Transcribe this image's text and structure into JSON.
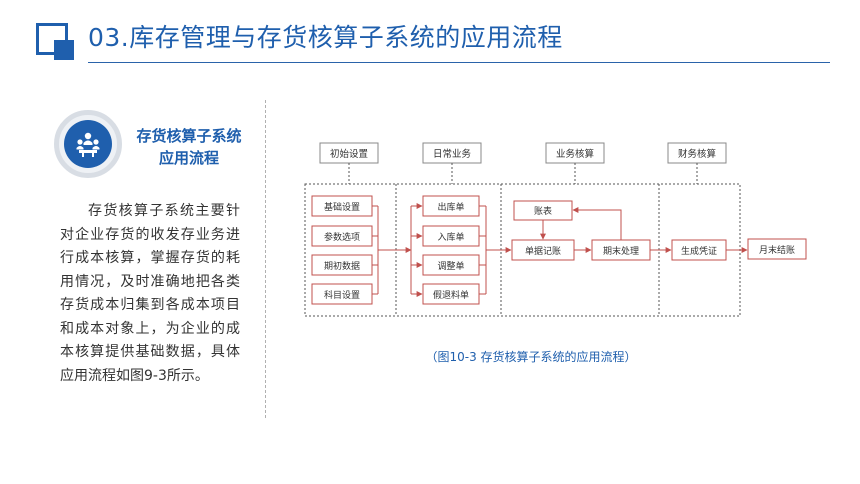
{
  "header": {
    "title": "03.库存管理与存货核算子系统的应用流程"
  },
  "panel": {
    "subtitle_line1": "存货核算子系统",
    "subtitle_line2": "应用流程",
    "icon": "meeting-group-icon",
    "description": "存货核算子系统主要针对企业存货的收发存业务进行成本核算，掌握存货的耗用情况，及时准确地把各类存货成本归集到各成本项目和成本对象上，为企业的成本核算提供基础数据，具体应用流程如图9-3所示。"
  },
  "diagram": {
    "stages": [
      "初始设置",
      "日常业务",
      "业务核算",
      "财务核算"
    ],
    "setup_items": [
      "基础设置",
      "参数选项",
      "期初数据",
      "科目设置"
    ],
    "daily_items": [
      "出库单",
      "入库单",
      "调整单",
      "假退料单"
    ],
    "accounting": {
      "report": "账表",
      "posting": "单据记账",
      "period_end": "期末处理"
    },
    "finance": {
      "voucher": "生成凭证",
      "month_end": "月末结账"
    },
    "caption": "（图10-3 存货核算子系统的应用流程）"
  },
  "colors": {
    "brand": "#1f5fad",
    "box_border": "#c0504d",
    "arrow": "#c0504d",
    "dashed": "#555555"
  }
}
